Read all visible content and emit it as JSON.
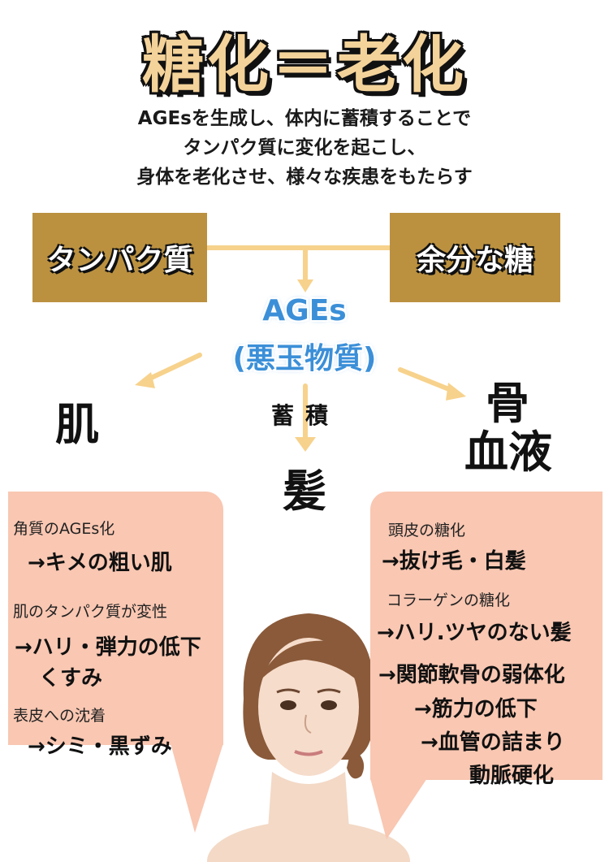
{
  "title": "糖化＝老化",
  "subtitle": [
    "AGEsを生成し、体内に蓄積することで",
    "タンパク質に変化を起こし、",
    "身体を老化させ、様々な疾患をもたらす"
  ],
  "box_left": "タンパク質",
  "box_right": "余分な糖",
  "ages_line1": "AGEs",
  "ages_line2": "(悪玉物質)",
  "accumulate": "蓄積",
  "targets": {
    "skin": "肌",
    "hair": "髪",
    "bone": "骨",
    "blood": "血液"
  },
  "left_panel": [
    {
      "label": "角質のAGEs化",
      "results": [
        "→キメの粗い肌"
      ]
    },
    {
      "label": "肌のタンパク質が変性",
      "results": [
        "→ハリ・弾力の低下",
        "くすみ"
      ]
    },
    {
      "label": "表皮への沈着",
      "results": [
        "→シミ・黒ずみ"
      ]
    }
  ],
  "right_panel": [
    {
      "label": "頭皮の糖化",
      "results": [
        "→抜け毛・白髪"
      ]
    },
    {
      "label": "コラーゲンの糖化",
      "results": [
        "→ハリ.ツヤのない髪",
        "→関節軟骨の弱体化",
        "→筋力の低下",
        "→血管の詰まり",
        "動脈硬化"
      ]
    }
  ],
  "colors": {
    "gold": "#bb9140",
    "title_fill": "#f4d39a",
    "arrow": "#f7d28c",
    "ages_blue": "#3b8fd8",
    "panel": "#f9c7b2"
  }
}
